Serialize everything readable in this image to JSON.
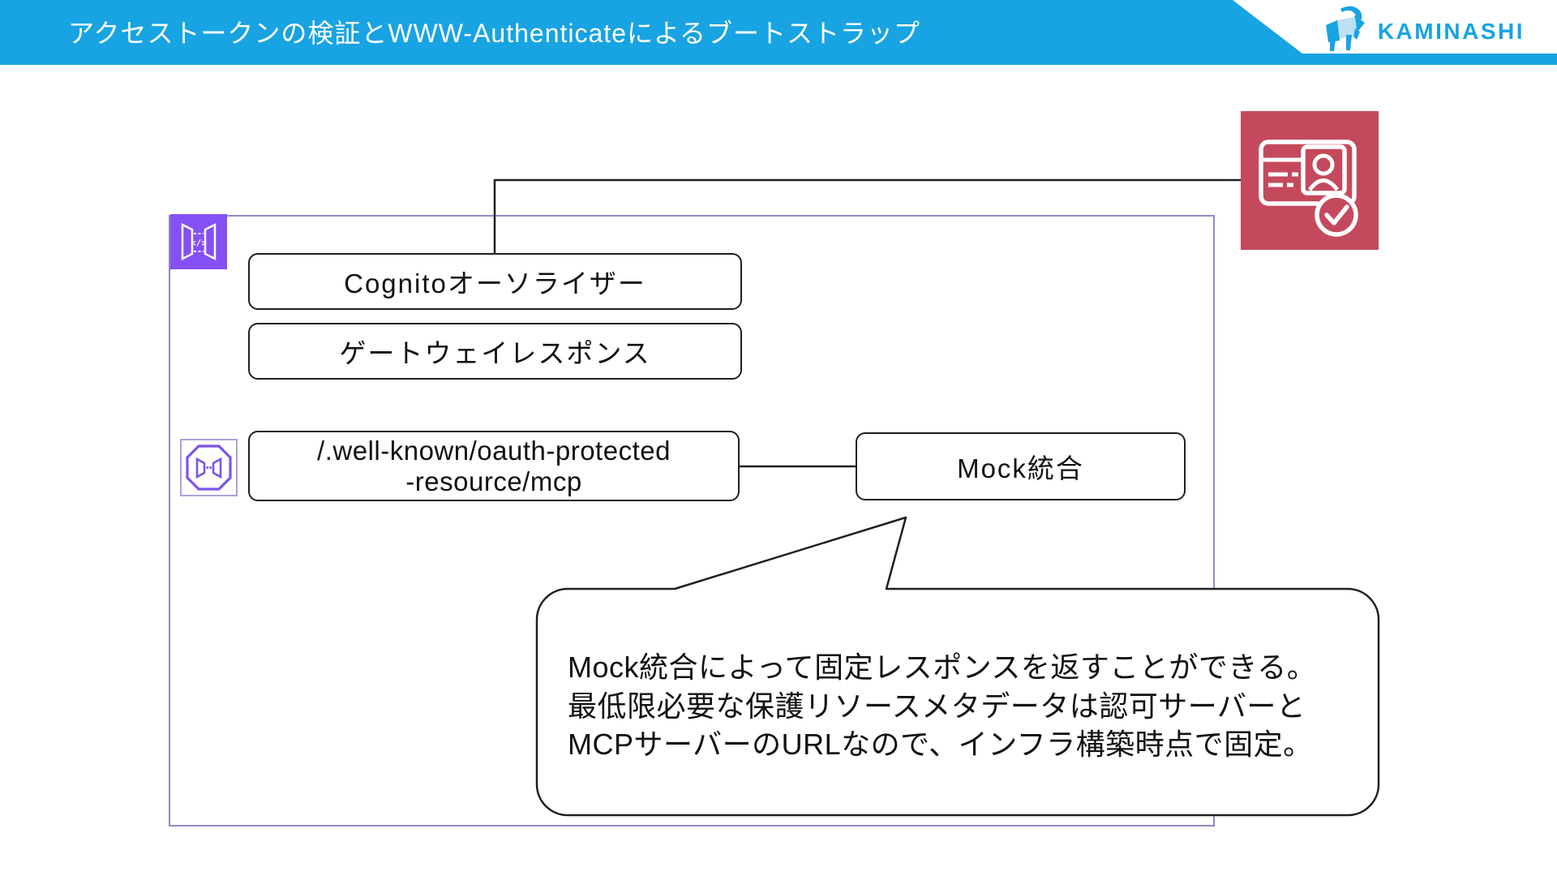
{
  "header": {
    "title": "アクセストークンの検証とWWW-Authenticateによるブートストラップ",
    "brand": "KAMINASHI"
  },
  "colors": {
    "brand_blue": "#18A3E2",
    "brand_blue_light": "#A9D9F2",
    "cognito_red": "#C5495D",
    "api_gateway_purple": "#8450F4",
    "endpoint_purple": "#7C52F0",
    "frame_purple": "#9286CC",
    "line_dark": "#1F1F1F"
  },
  "diagram": {
    "icons": {
      "api_gateway": "api-gateway-icon",
      "api_endpoint": "api-gateway-endpoint-icon",
      "cognito": "amazon-cognito-icon",
      "brand_goat": "kaminashi-goat-icon"
    },
    "nodes": {
      "cognito_authorizer": "Cognitoオーソライザー",
      "gateway_response": "ゲートウェイレスポンス",
      "wellknown_line1": "/.well-known/oauth-protected",
      "wellknown_line2": "-resource/mcp",
      "mock_integration": "Mock統合"
    },
    "callout": {
      "line1": "Mock統合によって固定レスポンスを返すことができる。",
      "line2": "最低限必要な保護リソースメタデータは認可サーバーと",
      "line3": "MCPサーバーのURLなので、インフラ構築時点で固定。"
    }
  }
}
